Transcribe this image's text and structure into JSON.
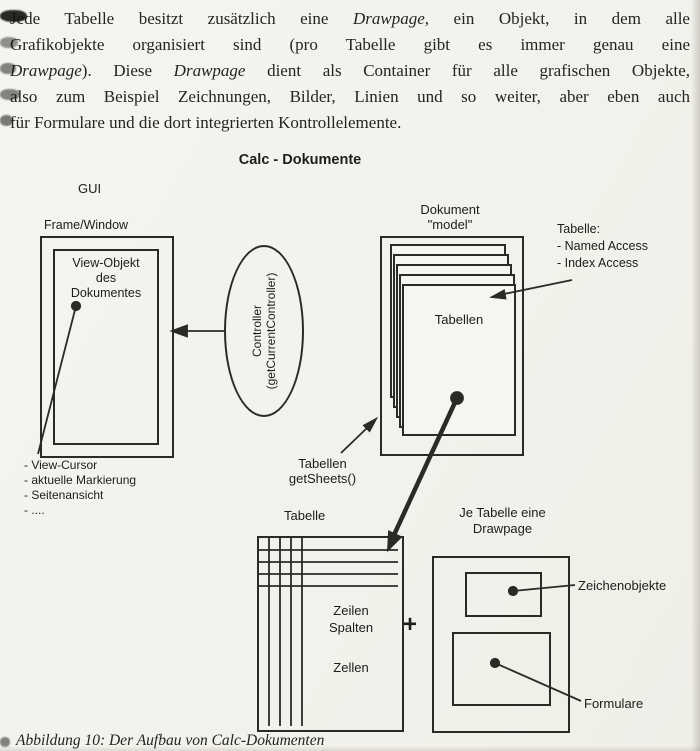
{
  "colors": {
    "paper": "#f4f3ef",
    "ink": "#2b2a27"
  },
  "paragraph": {
    "lines": [
      [
        {
          "t": "Jede Tabelle besitzt zusätzlich eine "
        },
        {
          "t": "Drawpage",
          "i": 1
        },
        {
          "t": ", ein Objekt, in dem alle"
        }
      ],
      [
        {
          "t": "Grafikobjekte organisiert sind (pro Tabelle gibt es immer genau eine"
        }
      ],
      [
        {
          "t": "Drawpage",
          "i": 1
        },
        {
          "t": "). Diese "
        },
        {
          "t": "Drawpage",
          "i": 1
        },
        {
          "t": " dient als Container für alle grafischen Objekte,"
        }
      ],
      [
        {
          "t": "also zum Beispiel Zeichnungen, Bilder, Linien und so weiter, aber eben auch"
        }
      ],
      [
        {
          "t": "für Formulare und die dort integrierten Kontrollelemente."
        }
      ]
    ]
  },
  "diagram": {
    "title": "Calc - Dokumente",
    "gui_label": "GUI",
    "frame_window_label": "Frame/Window",
    "view_object_label": "View-Objekt\ndes\nDokumentes",
    "view_list": [
      "- View-Cursor",
      "- aktuelle Markierung",
      "- Seitenansicht",
      "- ...."
    ],
    "controller_label": "Controller\n(getCurrentController)",
    "document_label": "Dokument\n\"model\"",
    "tabellen_label": "Tabellen",
    "table_access": {
      "title": "Tabelle:",
      "items": [
        "- Named Access",
        "- Index Access"
      ]
    },
    "get_sheets_label": "Tabellen\ngetSheets()",
    "table_label": "Tabelle",
    "table_text_rows_cols": "Zeilen\nSpalten",
    "table_text_cells": "Zellen",
    "plus_sign": "+",
    "drawpage_label": "Je Tabelle eine\nDrawpage",
    "zeichenobjekte_label": "Zeichenobjekte",
    "formulare_label": "Formulare"
  },
  "caption": "Abbildung 10: Der Aufbau von Calc-Dokumenten"
}
